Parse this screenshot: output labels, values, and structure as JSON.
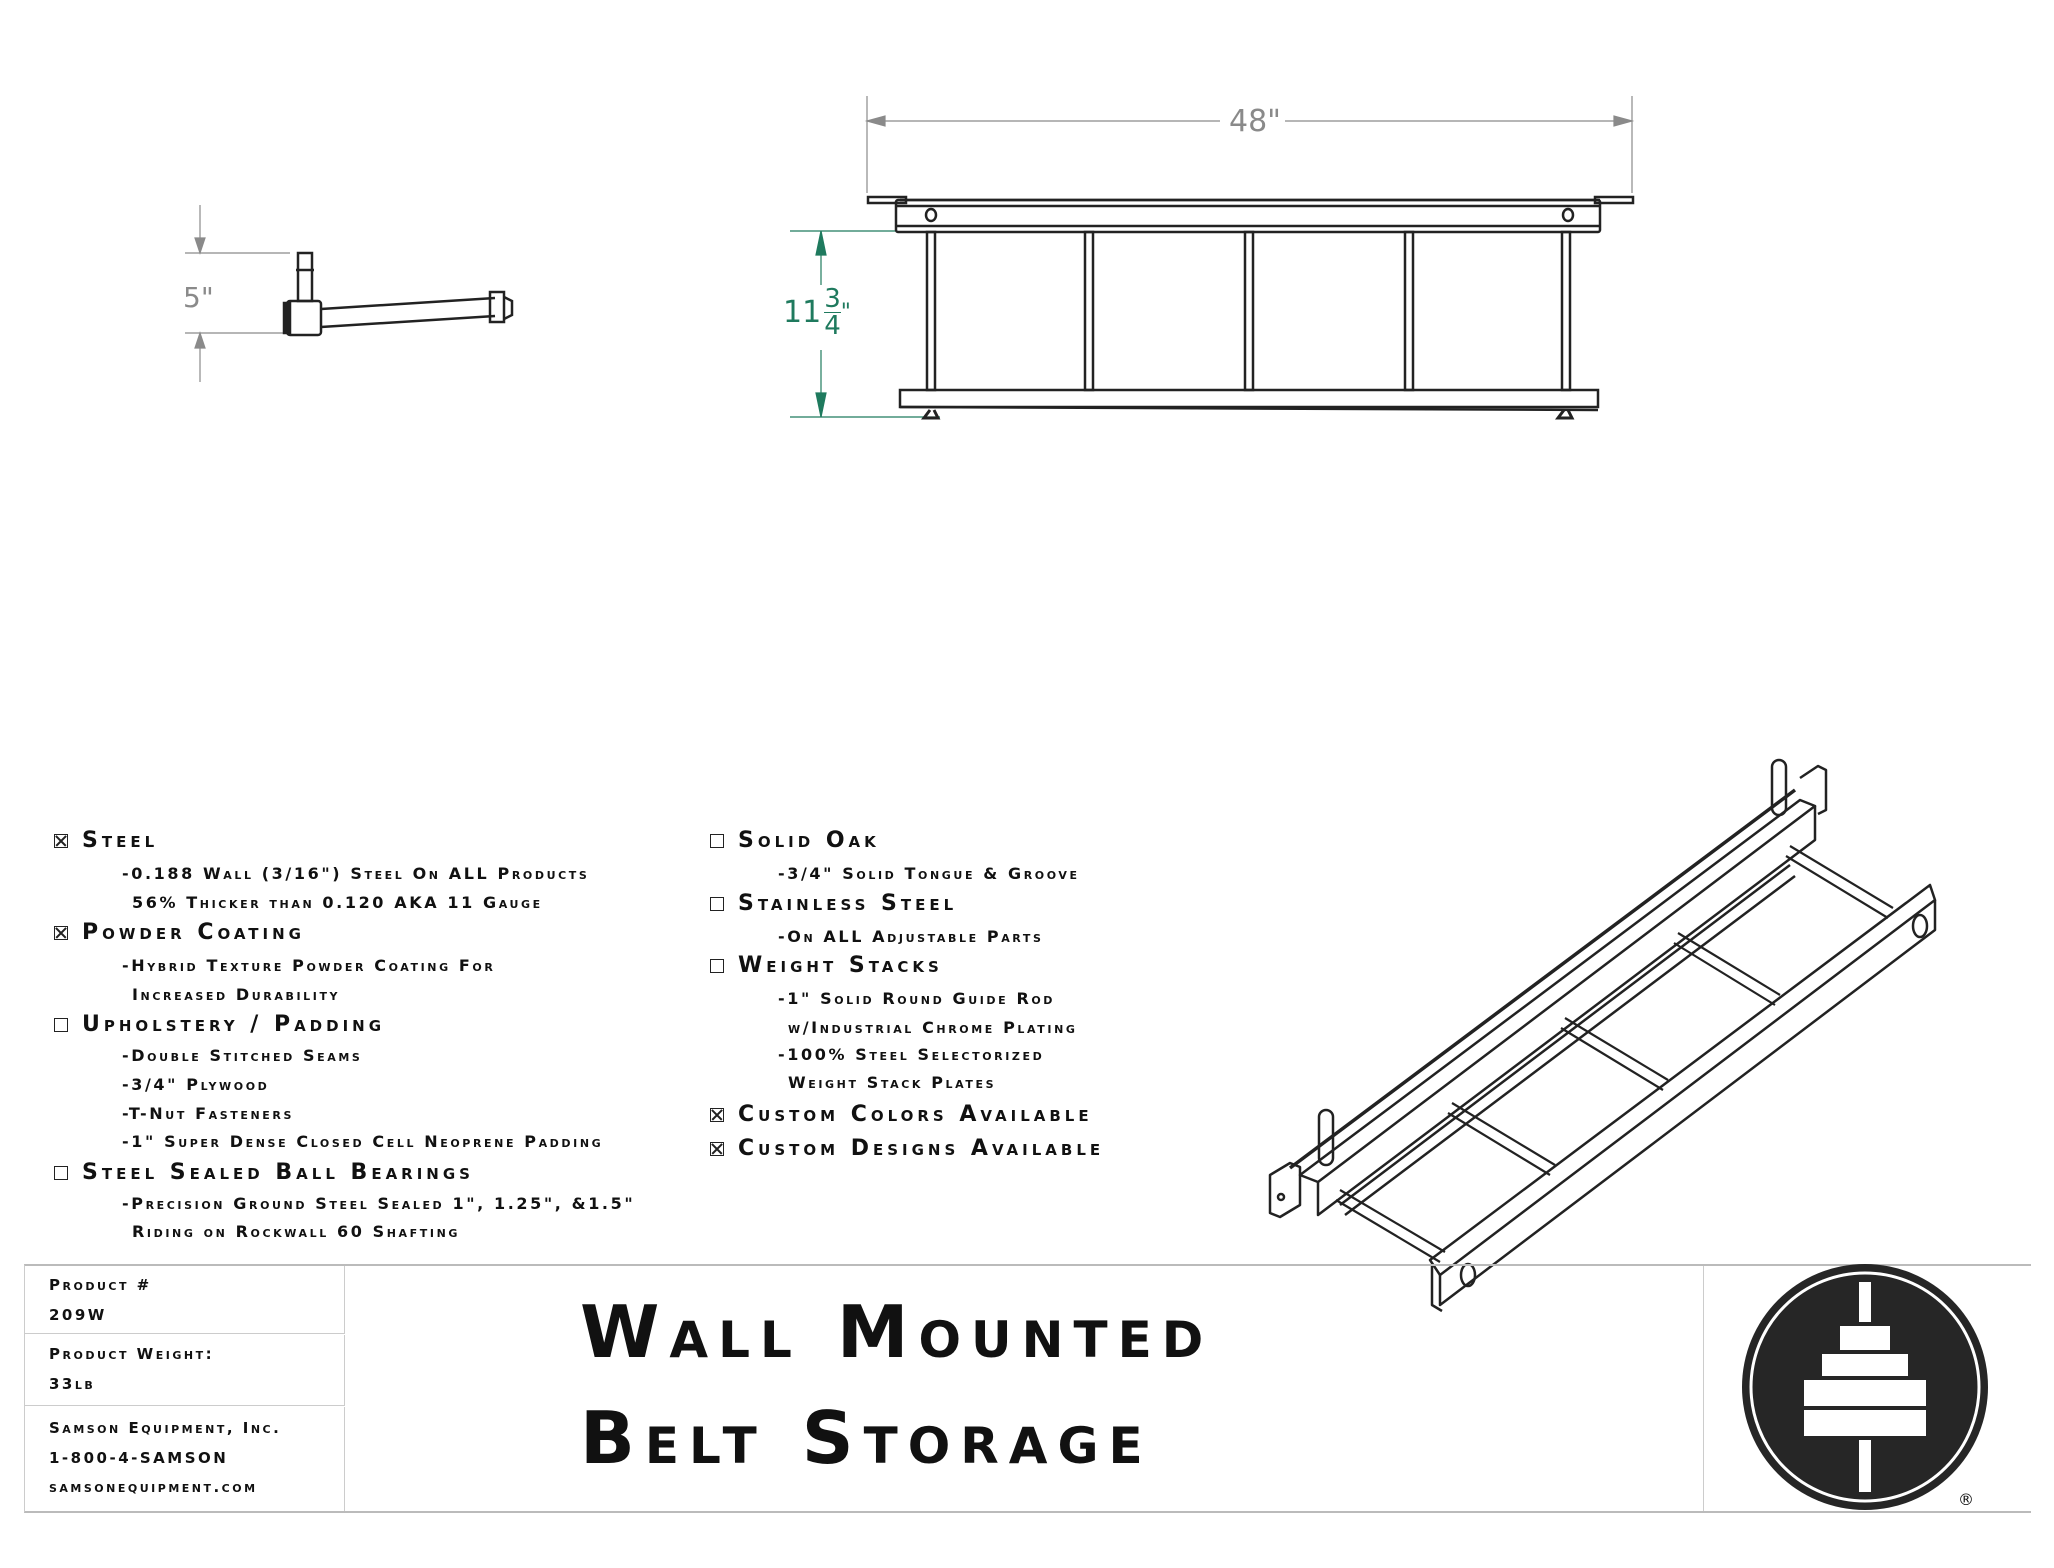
{
  "drawings": {
    "side_view": {
      "dimension": "5\""
    },
    "front_view": {
      "width_dimension": "48\"",
      "height_whole": "11",
      "height_num": "3",
      "height_den": "4",
      "height_unit": "\""
    },
    "colors": {
      "dimension_gray": "#8a8a8a",
      "dimension_green": "#1f7a5e",
      "line": "#222222"
    }
  },
  "specs": {
    "left": [
      {
        "checked": true,
        "heading": "Steel",
        "lines": [
          "-0.188 Wall (3/16\") Steel On ALL Products",
          " 56% Thicker than 0.120 AKA 11 Gauge"
        ]
      },
      {
        "checked": true,
        "heading": "Powder Coating",
        "lines": [
          "-Hybrid Texture Powder Coating For",
          " Increased Durability"
        ]
      },
      {
        "checked": false,
        "heading": "Upholstery / Padding",
        "lines": [
          "-Double Stitched Seams",
          "-3/4\" Plywood",
          "-T-Nut Fasteners",
          "-1\" Super Dense Closed Cell Neoprene Padding"
        ]
      },
      {
        "checked": false,
        "heading": "Steel Sealed Ball Bearings",
        "lines": [
          "-Precision Ground Steel Sealed 1\", 1.25\", &1.5\"",
          " Riding on Rockwall 60 Shafting"
        ]
      }
    ],
    "right": [
      {
        "checked": false,
        "heading": "Solid Oak",
        "lines": [
          "-3/4\" Solid Tongue & Groove"
        ]
      },
      {
        "checked": false,
        "heading": "Stainless Steel",
        "lines": [
          "-On ALL Adjustable Parts"
        ]
      },
      {
        "checked": false,
        "heading": "Weight Stacks",
        "lines": [
          "-1\" Solid Round Guide Rod",
          " w/Industrial Chrome Plating",
          "-100% Steel Selectorized",
          " Weight Stack Plates"
        ]
      },
      {
        "checked": true,
        "heading": "Custom Colors Available",
        "lines": []
      },
      {
        "checked": true,
        "heading": "Custom Designs Available",
        "lines": []
      }
    ]
  },
  "title_block": {
    "product_number_label": "Product #",
    "product_number": "209W",
    "weight_label": "Product Weight:",
    "weight": "33lb",
    "company": "Samson Equipment, Inc.",
    "phone": "1-800-4-SAMSON",
    "website": "samsonequipment.com",
    "title_line1": "Wall Mounted",
    "title_line2": "Belt Storage",
    "logo_mark": "®"
  }
}
